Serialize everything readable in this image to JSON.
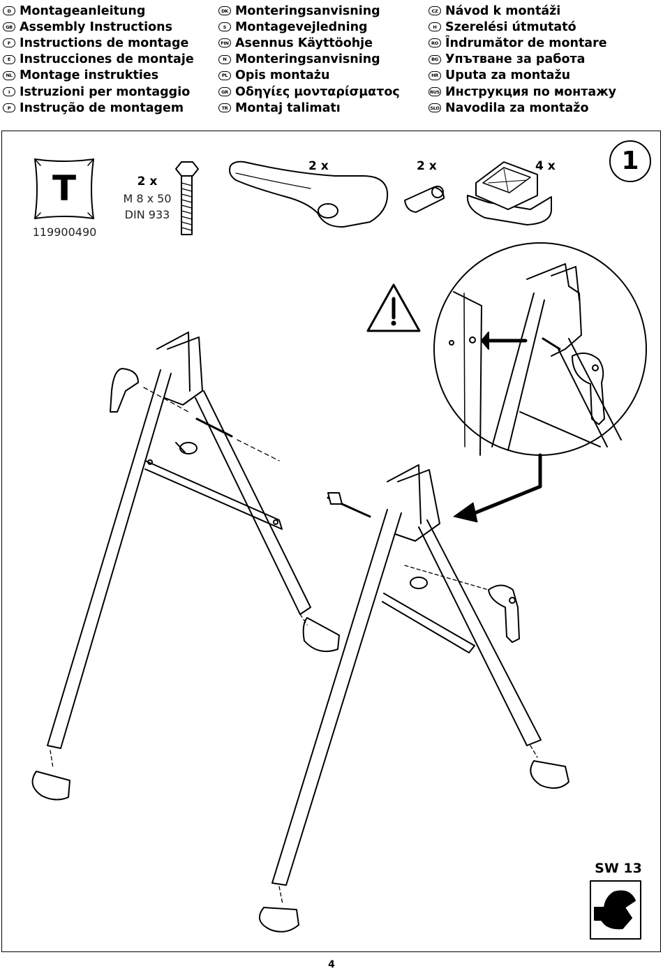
{
  "languages": {
    "col1": [
      {
        "code": "D",
        "label": "Montageanleitung"
      },
      {
        "code": "GB",
        "label": "Assembly Instructions"
      },
      {
        "code": "F",
        "label": "Instructions de montage"
      },
      {
        "code": "E",
        "label": "Instrucciones de montaje"
      },
      {
        "code": "NL",
        "label": "Montage instrukties"
      },
      {
        "code": "I",
        "label": "Istruzioni per montaggio"
      },
      {
        "code": "P",
        "label": "Instrução de montagem"
      }
    ],
    "col2": [
      {
        "code": "DK",
        "label": "Monteringsanvisning"
      },
      {
        "code": "S",
        "label": "Montagevejledning"
      },
      {
        "code": "FIN",
        "label": "Asennus Käyttöohje"
      },
      {
        "code": "N",
        "label": "Monteringsanvisning"
      },
      {
        "code": "PL",
        "label": "Opis montażu"
      },
      {
        "code": "GR",
        "label": "Οδηγίες μονταρίσματος"
      },
      {
        "code": "TR",
        "label": "Montaj talimatı"
      }
    ],
    "col3": [
      {
        "code": "CZ",
        "label": "Návod k montáži"
      },
      {
        "code": "H",
        "label": "Szerelési útmutató"
      },
      {
        "code": "RO",
        "label": "Îndrumător de montare"
      },
      {
        "code": "BG",
        "label": "Упътване за работа"
      },
      {
        "code": "HR",
        "label": "Uputa za montažu"
      },
      {
        "code": "RUS",
        "label": "Инструкция по монтажу"
      },
      {
        "code": "SLO",
        "label": "Navodila za montažo"
      }
    ]
  },
  "parts": {
    "bag_letter": "T",
    "bag_number": "119900490",
    "bolt_qty": "2 x",
    "bolt_size": "M 8 x 50",
    "bolt_norm": "DIN 933",
    "handle_qty": "2 x",
    "spacer_qty": "2 x",
    "foot_qty": "4 x"
  },
  "step_number": "1",
  "wrench_label": "SW 13",
  "page_number": "4"
}
